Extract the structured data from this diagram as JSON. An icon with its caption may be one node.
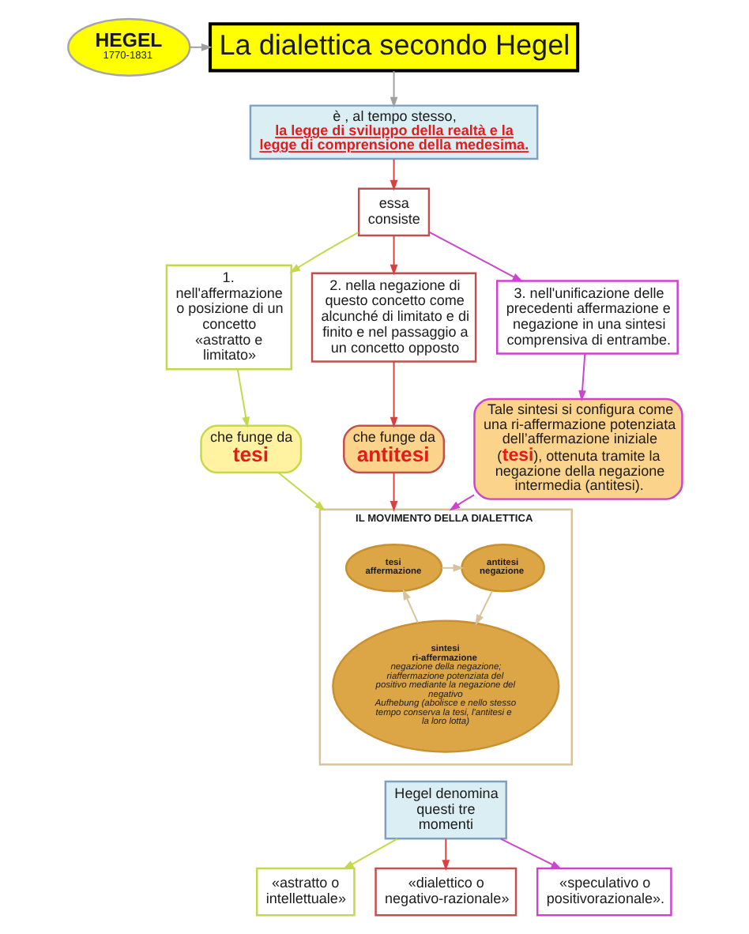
{
  "diagram": {
    "nodes": [
      {
        "text": [
          "HEGEL",
          "1770-1831"
        ]
      },
      {
        "text": [
          "La dialettica secondo Hegel"
        ]
      },
      {
        "text": [
          "è , al tempo stesso, **la legge di sviluppo della realtà e la legge di comprensione della medesima.**"
        ]
      },
      {
        "text": [
          "essa consiste"
        ]
      },
      {
        "text": [
          "1. nell'affermazione o posizione di un concetto «astratto e limitato»"
        ]
      },
      {
        "text": [
          "2. nella negazione di questo concetto come alcunché di limitato e di finito e nel passaggio a un concetto opposto"
        ]
      },
      {
        "text": [
          "3. nell'unificazione delle precedenti affermazione e negazione in una sintesi comprensiva di entrambe."
        ]
      },
      {
        "text": [
          "che funge da",
          "tesi"
        ]
      },
      {
        "text": [
          "che funge da",
          "antitesi"
        ]
      },
      {
        "text": [
          "Tale sintesi si configura come una ri-affermazione potenziata dell’affermazione iniziale (**tesi**), ottenuta tramite la negazione della negazione intermedia (antitesi)."
        ]
      },
      {
        "text": [
          "IL MOVIMENTO DELLA DIALETTICA"
        ]
      },
      {
        "text": [
          "tesi",
          "affermazione"
        ],
        "in": 10
      },
      {
        "text": [
          "sintesi",
          "ri-affermazione",
          "negazione della negazione; riaffermazione potenziata del positivo mediante la negazione del negativo",
          "Aufhebung (abolisce e nello stesso tempo conserva la tesi, l'antitesi e la loro lotta)"
        ],
        "in": 10
      },
      {
        "text": [
          "antitesi",
          "negazione"
        ],
        "in": 10
      },
      {
        "text": [
          "Hegel denomina questi tre momenti"
        ]
      },
      {
        "text": [
          "«astratto o intellettuale»"
        ]
      },
      {
        "text": [
          "«dialettico o negativo-razionale»"
        ]
      },
      {
        "text": [
          "«speculativo o positivorazionale»."
        ]
      }
    ],
    "edges": [
      {
        "from": 0,
        "to": 1,
        "arrow": "to",
        "color": "#a0a0a0"
      },
      {
        "from": 1,
        "to": 2,
        "arrow": "to",
        "color": "#a0a0a0"
      },
      {
        "from": 2,
        "to": 3,
        "arrow": "to",
        "color": "#d9413c"
      },
      {
        "from": 3,
        "to": 4,
        "arrow": "to",
        "color": "#c4d84a"
      },
      {
        "from": 3,
        "to": 5,
        "arrow": "to",
        "color": "#d9413c"
      },
      {
        "from": 3,
        "to": 6,
        "arrow": "to",
        "color": "#cc44cc"
      },
      {
        "from": 4,
        "to": 7,
        "arrow": "to",
        "color": "#c4d84a"
      },
      {
        "from": 5,
        "to": 8,
        "arrow": "to",
        "color": "#d9413c"
      },
      {
        "from": 6,
        "to": 9,
        "arrow": "to",
        "color": "#cc44cc"
      },
      {
        "from": 7,
        "to": 10,
        "arrow": "to",
        "color": "#c4d84a"
      },
      {
        "from": 8,
        "to": 10,
        "arrow": "to",
        "color": "#d9413c"
      },
      {
        "from": 9,
        "to": 10,
        "arrow": "to",
        "color": "#cc44cc"
      },
      {
        "from": 11,
        "to": 13,
        "arrow": "to",
        "color": "#d9c29a"
      },
      {
        "from": 13,
        "to": 12,
        "arrow": "to",
        "color": "#d9c29a"
      },
      {
        "from": 12,
        "to": 11,
        "arrow": "to",
        "color": "#d9c29a"
      },
      {
        "from": 14,
        "to": 15,
        "arrow": "to",
        "color": "#c4d84a"
      },
      {
        "from": 14,
        "to": 16,
        "arrow": "to",
        "color": "#d9413c"
      },
      {
        "from": 14,
        "to": 17,
        "arrow": "to",
        "color": "#cc44cc"
      }
    ]
  }
}
